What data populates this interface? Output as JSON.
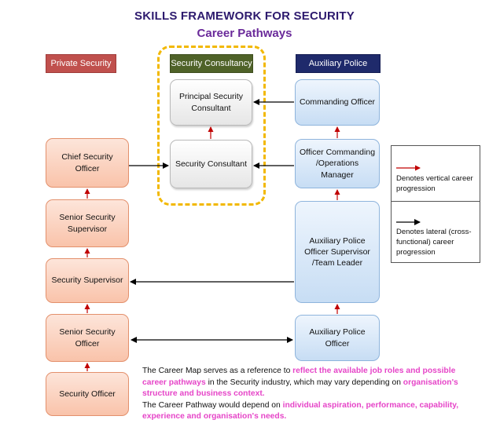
{
  "title": "SKILLS FRAMEWORK FOR SECURITY",
  "subtitle": "Career Pathways",
  "headers": {
    "private": "Private Security",
    "consultancy": "Security Consultancy",
    "auxiliary": "Auxiliary Police"
  },
  "private_roles": {
    "chief": "Chief Security Officer",
    "senior_supervisor": "Senior Security Supervisor",
    "supervisor": "Security Supervisor",
    "senior_officer": "Senior Security Officer",
    "officer": "Security Officer"
  },
  "consultancy_roles": {
    "principal": "Principal Security Consultant",
    "consultant": "Security Consultant"
  },
  "auxiliary_roles": {
    "commanding": "Commanding Officer",
    "ops_manager": "Officer Commanding /Operations Manager",
    "supervisor": "Auxiliary Police Officer Supervisor /Team Leader",
    "officer": "Auxiliary Police Officer"
  },
  "legend": {
    "vertical": "Denotes vertical career progression",
    "lateral": "Denotes lateral (cross-functional) career progression"
  },
  "note": {
    "p1_a": "The Career Map serves as a reference to ",
    "p1_b": "reflect the available job roles and possible career pathways",
    "p1_c": " in the Security industry, which may vary depending on ",
    "p1_d": "organisation's structure and business context.",
    "p2_a": "The Career Pathway would depend on ",
    "p2_b": "individual aspiration, performance, capability, experience and organisation's needs."
  },
  "colors": {
    "vertical_arrow": "#c00000",
    "lateral_arrow": "#000000",
    "highlight": "#e645c8"
  }
}
